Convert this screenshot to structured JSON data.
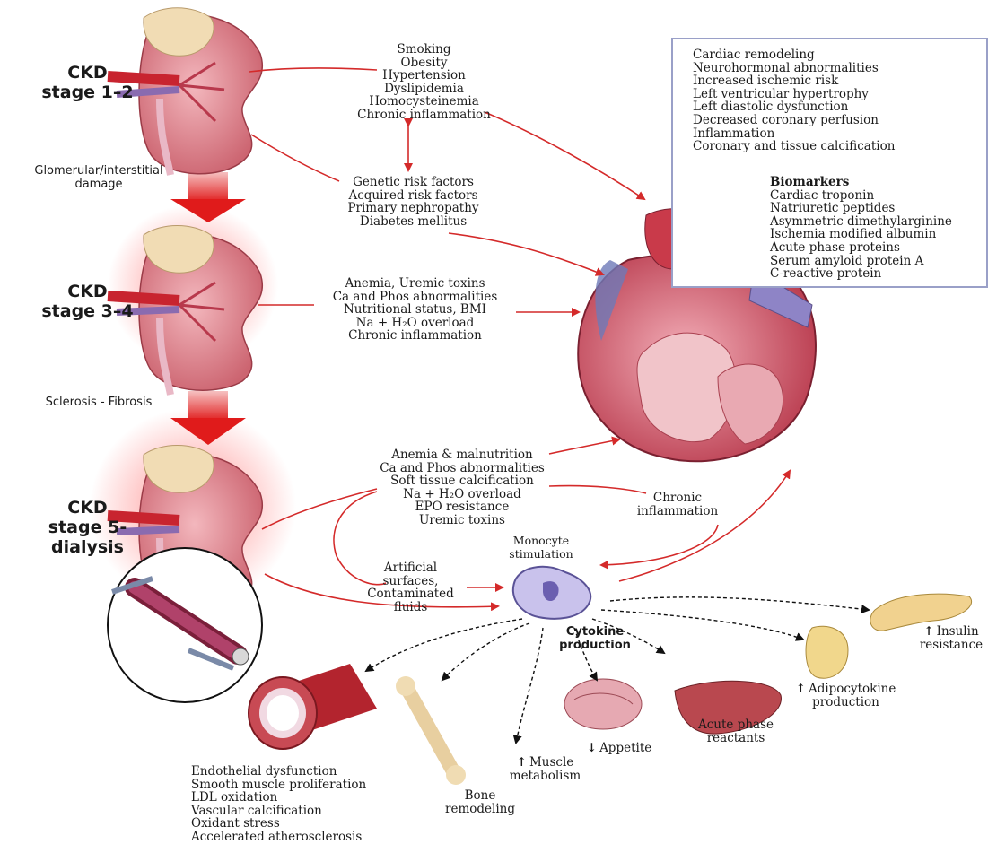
{
  "stages": [
    {
      "line1": "CKD",
      "line2": "stage 1–2"
    },
    {
      "line1": "CKD",
      "line2": "stage 3–4"
    },
    {
      "line1": "CKD",
      "line2": "stage 5-",
      "line3": "dialysis"
    }
  ],
  "transitions": {
    "first": [
      "Glomerular/interstitial",
      "damage"
    ],
    "second": "Sclerosis - Fibrosis"
  },
  "traditional_factors": [
    "Smoking",
    "Obesity",
    "Hypertension",
    "Dyslipidemia",
    "Homocysteinemia",
    "Chronic inflammation"
  ],
  "genetic_factors": [
    "Genetic risk factors",
    "Acquired risk factors",
    "Primary nephropathy",
    "Diabetes mellitus"
  ],
  "stage34_factors": [
    "Anemia, Uremic toxins",
    "Ca and Phos abnormalities",
    "Nutritional status, BMI",
    "Na + H₂O overload",
    "Chronic inflammation"
  ],
  "stage5_factors": [
    "Anemia & malnutrition",
    "Ca and Phos abnormalities",
    "Soft tissue calcification",
    "Na + H₂O overload",
    "EPO resistance",
    "Uremic toxins"
  ],
  "cardiac_effects": [
    "Cardiac remodeling",
    "Neurohormonal abnormalities",
    "Increased ischemic risk",
    "Left ventricular hypertrophy",
    "Left diastolic dysfunction",
    "Decreased coronary perfusion",
    "Inflammation",
    "Coronary and tissue calcification"
  ],
  "biomarkers": {
    "title": "Biomarkers",
    "items": [
      "Cardiac troponin",
      "Natriuretic peptides",
      "Asymmetric dimethylarginine",
      "Ischemia modified albumin",
      "Acute phase proteins",
      "Serum amyloid protein A",
      "C-reactive protein"
    ]
  },
  "chronic_inflammation": [
    "Chronic",
    "inflammation"
  ],
  "monocyte": [
    "Monocyte",
    "stimulation"
  ],
  "artificial": [
    "Artificial",
    "surfaces,",
    "Contaminated",
    "fluids"
  ],
  "cytokine": [
    "Cytokine",
    "production"
  ],
  "vascular_effects": [
    "Endothelial dysfunction",
    "Smooth muscle proliferation",
    "LDL oxidation",
    "Vascular calcification",
    "Oxidant stress",
    "Accelerated atherosclerosis"
  ],
  "bone": [
    "Bone",
    "remodeling"
  ],
  "muscle": [
    "Muscle",
    "metabolism"
  ],
  "appetite": "Appetite",
  "acute_phase": [
    "Acute phase",
    "reactants"
  ],
  "adipocytokine": [
    "Adipocytokine",
    "production"
  ],
  "insulin": [
    "Insulin",
    "resistance"
  ],
  "colors": {
    "arrow": "#d42a2a",
    "kidney": "#d97a84",
    "heart": "#c9485a",
    "box_border": "#9aa0c8"
  }
}
